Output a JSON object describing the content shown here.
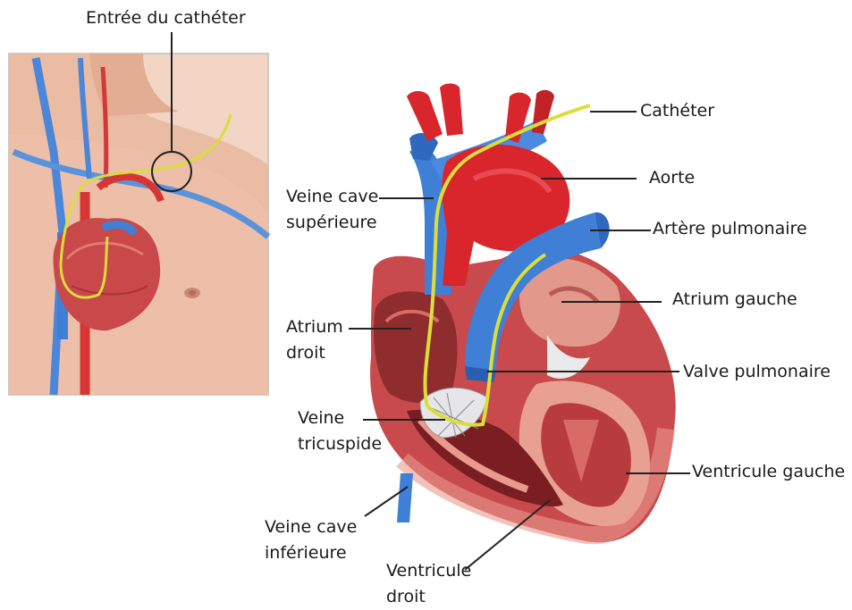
{
  "labels": {
    "catheter_entry": "Entrée du cathéter",
    "catheter": "Cathéter",
    "aorta": "Aorte",
    "pulmonary_artery": "Artère pulmonaire",
    "left_atrium": "Atrium gauche",
    "pulmonary_valve": "Valve pulmonaire",
    "left_ventricle": "Ventricule gauche",
    "superior_vena_cava": [
      "Veine cave",
      "supérieure"
    ],
    "right_atrium": [
      "Atrium",
      "droit"
    ],
    "tricuspid": [
      "Veine",
      "tricuspide"
    ],
    "inferior_vena_cava": [
      "Veine cave",
      "inférieure"
    ],
    "right_ventricle": [
      "Ventricule",
      "droit"
    ]
  },
  "colors": {
    "skin": "#e8b8a0",
    "vein_blue": "#3f7fd6",
    "artery_red": "#d8262c",
    "myocardium": "#c9484a",
    "catheter_yellow": "#d9de3a"
  }
}
